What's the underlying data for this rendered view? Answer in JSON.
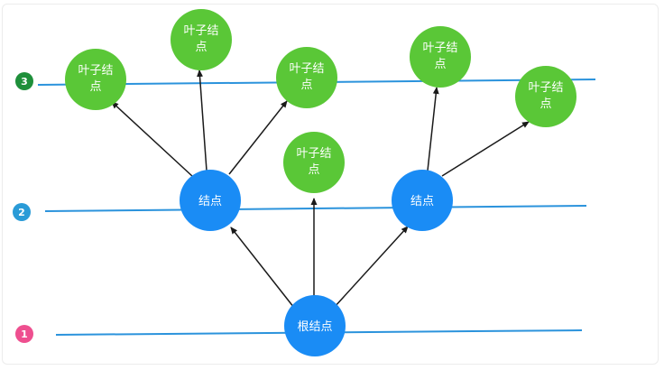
{
  "colors": {
    "leaf": "#5ac737",
    "node": "#1a8cf5",
    "root": "#1a8cf5",
    "level_line": "#2b93dc",
    "arrow": "#1a1a1a",
    "badge_level1": "#ee4f8f",
    "badge_level2": "#2a9bd7",
    "badge_level3": "#1e8f3a"
  },
  "levels": [
    {
      "badge": "1"
    },
    {
      "badge": "2"
    },
    {
      "badge": "3"
    }
  ],
  "nodes": {
    "root": "根结点",
    "internal_left": "结点",
    "internal_right": "结点",
    "leaf_1": [
      "叶子结",
      "点"
    ],
    "leaf_2": [
      "叶子结",
      "点"
    ],
    "leaf_3": [
      "叶子结",
      "点"
    ],
    "leaf_center": [
      "叶子结",
      "点"
    ],
    "leaf_4": [
      "叶子结",
      "点"
    ],
    "leaf_5": [
      "叶子结",
      "点"
    ]
  }
}
